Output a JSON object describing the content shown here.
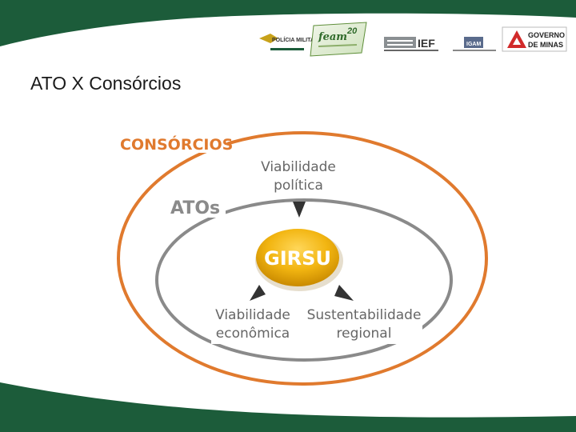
{
  "slide": {
    "title": "ATO X Consórcios"
  },
  "logos": {
    "policia": "POLÍCIA MILITAR",
    "feam": "feam",
    "feam_years": "20",
    "ief": "IEF",
    "igam": "IGAM",
    "governo_line1": "GOVERNO",
    "governo_line2": "DE MINAS"
  },
  "diagram": {
    "outer_label": "CONSÓRCIOS",
    "inner_label": "ATOs",
    "center_label": "GIRSU",
    "top_line1": "Viabilidade",
    "top_line2": "política",
    "left_line1": "Viabilidade",
    "left_line2": "econômica",
    "right_line1": "Sustentabilidade",
    "right_line2": "regional"
  },
  "colors": {
    "banner_green": "#1c5c3a",
    "outer_orange": "#e07a2e",
    "inner_gray": "#8a8a8a",
    "center_yellow": "#f2b511",
    "text_gray": "#666666"
  }
}
